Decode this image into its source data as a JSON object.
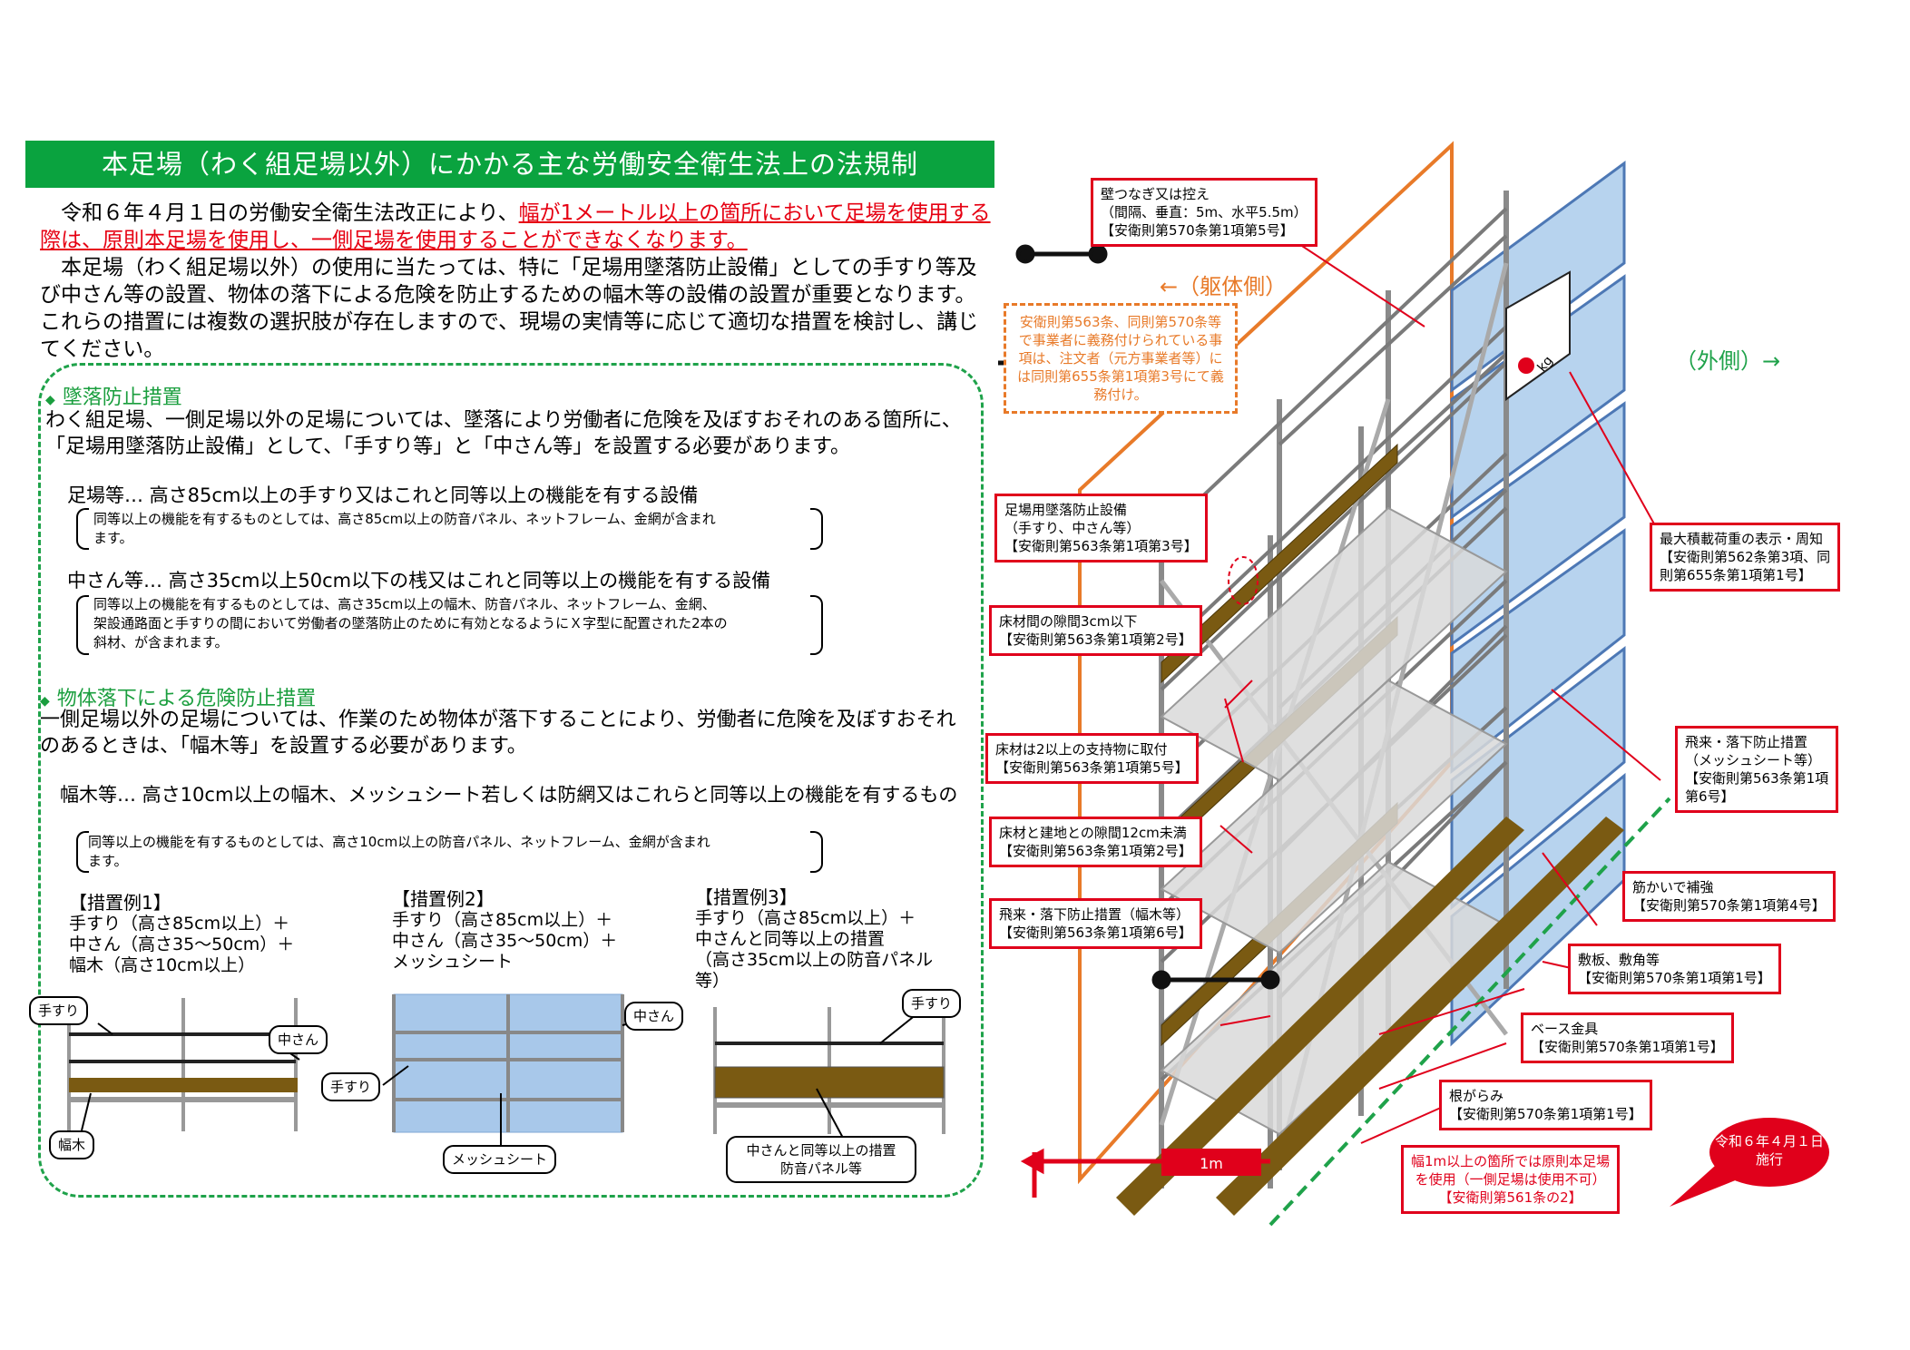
{
  "title": "本足場（わく組足場以外）にかかる主な労働安全衛生法上の法規制",
  "intro": {
    "p1_plain": "令和６年４月１日の労働安全衛生法改正により、",
    "p1_red": "幅が1メートル以上の箇所において足場を使用する際は、原則本足場を使用し、一側足場を使用することができなくなります。",
    "p2": "本足場（わく組足場以外）の使用に当たっては、特に「足場用墜落防止設備」としての手すり等及び中さん等の設置、物体の落下による危険を防止するための幅木等の設備の設置が重要となります。これらの措置には複数の選択肢が存在しますので、現場の実情等に応じて適切な措置を検討し、講じてください。"
  },
  "fall": {
    "heading": "墜落防止措置",
    "text": "わく組足場、一側足場以外の足場については、墜落により労働者に危険を及ぼすおそれのある箇所に、「足場用墜落防止設備」として、「手すり等」と「中さん等」を設置する必要があります。",
    "item1": "足場等… 高さ85cm以上の手すり又はこれと同等以上の機能を有する設備",
    "item1_note": "同等以上の機能を有するものとしては、高さ85cm以上の防音パネル、ネットフレーム、金網が含まれます。",
    "item2": "中さん等… 高さ35cm以上50cm以下の桟又はこれと同等以上の機能を有する設備",
    "item2_note": "同等以上の機能を有するものとしては、高さ35cm以上の幅木、防音パネル、ネットフレーム、金網、架設通路面と手すりの間において労働者の墜落防止のために有効となるようにＸ字型に配置された2本の斜材、が含まれます。"
  },
  "drop": {
    "heading": "物体落下による危険防止措置",
    "text": "一側足場以外の足場については、作業のため物体が落下することにより、労働者に危険を及ぼすおそれのあるときは、「幅木等」を設置する必要があります。",
    "item": "幅木等… 高さ10cm以上の幅木、メッシュシート若しくは防網又はこれらと同等以上の機能を有するもの",
    "item_note": "同等以上の機能を有するものとしては、高さ10cm以上の防音パネル、ネットフレーム、金網が含まれます。"
  },
  "examples": [
    {
      "title": "【措置例1】",
      "lines": [
        "手すり（高さ85cm以上）＋",
        "中さん（高さ35～50cm）＋",
        "幅木（高さ10cm以上）"
      ]
    },
    {
      "title": "【措置例2】",
      "lines": [
        "手すり（高さ85cm以上）＋",
        "中さん（高さ35～50cm）＋",
        "メッシュシート"
      ]
    },
    {
      "title": "【措置例3】",
      "lines": [
        "手すり（高さ85cm以上）＋",
        "中さんと同等以上の措置",
        "（高さ35cm以上の防音パネル等）"
      ]
    }
  ],
  "ex_labels": {
    "tesuri": "手すり",
    "nakasan": "中さん",
    "habaki": "幅木",
    "mesh": "メッシュシート",
    "ex3_line1": "中さんと同等以上の措置",
    "ex3_line2": "防音パネル等"
  },
  "diagram": {
    "left_side": "←（躯体側）",
    "right_side": "（外側）→",
    "kg": "kg",
    "width_label": "1m",
    "orange_note": "安衛則第563条、同則第570条等で事業者に義務付けられている事項は、注文者（元方事業者等）には同則第655条第1項第3号にて義務付け。",
    "wall_tie": {
      "line1": "壁つなぎ又は控え",
      "line2": "（間隔、垂直：5m、水平5.5m）",
      "line3": "【安衛則第570条第1項第5号】"
    },
    "boxes_left": [
      {
        "l1": "足場用墜落防止設備",
        "l2": "（手すり、中さん等）",
        "l3": "【安衛則第563条第1項第3号】"
      },
      {
        "l1": "床材間の隙間3cm以下",
        "l2": "【安衛則第563条第1項第2号】"
      },
      {
        "l1": "床材は2以上の支持物に取付",
        "l2": "【安衛則第563条第1項第5号】"
      },
      {
        "l1": "床材と建地との隙間12cm未満",
        "l2": "【安衛則第563条第1項第2号】"
      },
      {
        "l1": "飛来・落下防止措置（幅木等）",
        "l2": "【安衛則第563条第1項第6号】"
      }
    ],
    "boxes_right": [
      {
        "l1": "最大積載荷重の表示・周知",
        "l2": "【安衛則第562条第3項、同",
        "l3": "則第655条第1項第1号】"
      },
      {
        "l1": "飛来・落下防止措置",
        "l2": "（メッシュシート等）",
        "l3": "【安衛則第563条第1項",
        "l4": "第6号】"
      },
      {
        "l1": "筋かいで補強",
        "l2": "【安衛則第570条第1項第4号】"
      },
      {
        "l1": "敷板、敷角等",
        "l2": "【安衛則第570条第1項第1号】"
      },
      {
        "l1": "ベース金具",
        "l2": "【安衛則第570条第1項第1号】"
      },
      {
        "l1": "根がらみ",
        "l2": "【安衛則第570条第1項第1号】"
      }
    ],
    "bottom_box": {
      "l1": "幅1m以上の箇所では原則本足場",
      "l2": "を使用（一側足場は使用不可）",
      "l3": "【安衛則第561条の2】"
    },
    "bubble": {
      "l1": "令和６年４月１日",
      "l2": "施行"
    }
  },
  "colors": {
    "green": "#0aa33f",
    "red": "#e0001b",
    "orange": "#e87a29",
    "mesh": "#9fc4e8",
    "board": "#7a5a12"
  }
}
